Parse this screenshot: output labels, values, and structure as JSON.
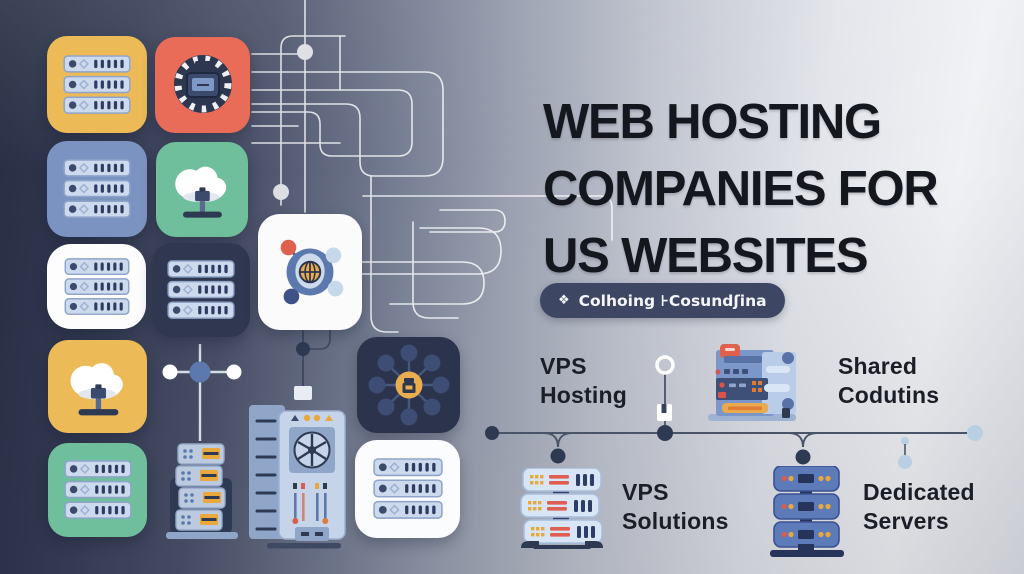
{
  "title": {
    "lines": [
      "WEB HOSTING",
      "COMPANIES FOR",
      "US WEBSITES"
    ]
  },
  "badge": {
    "icon": "❖",
    "text": "Colhoing ⊦Cosundʃina"
  },
  "diagram": {
    "nodes": [
      {
        "id": "vps-hosting",
        "label_lines": [
          "VPS",
          "Hosting"
        ]
      },
      {
        "id": "shared-codutins",
        "label_lines": [
          "Shared",
          "Codutins"
        ]
      },
      {
        "id": "vps-solutions",
        "label_lines": [
          "VPS",
          "Solutions"
        ]
      },
      {
        "id": "dedicated-servers",
        "label_lines": [
          "Dedicated",
          "Servers"
        ]
      }
    ]
  },
  "tiles": [
    {
      "icon": "server-rack",
      "bg": "#ecba57"
    },
    {
      "icon": "cpu-chip-gear",
      "bg": "#e86c58"
    },
    {
      "icon": "server-rack",
      "bg": "#7b93c1"
    },
    {
      "icon": "cloud-stand",
      "bg": "#6fbf9d"
    },
    {
      "icon": "server-rack",
      "bg": "#fdfdfd"
    },
    {
      "icon": "server-rack",
      "bg": "#2f3850"
    },
    {
      "icon": "cloud-stand",
      "bg": "#ecba57"
    },
    {
      "icon": "server-rack",
      "bg": "#6fbf9d"
    },
    {
      "icon": "globe-network",
      "bg": "#fdfdfd"
    },
    {
      "icon": "hub-network",
      "bg": "#2b334d"
    },
    {
      "icon": "server-rack",
      "bg": "#fdfdfd"
    }
  ],
  "palette": {
    "bg_left": "#2a3047",
    "bg_mid": "#8a92a4",
    "bg_right": "#eceef2",
    "tile_yellow": "#ecba57",
    "tile_red": "#e86c58",
    "tile_blue": "#7b93c1",
    "tile_green": "#6fbf9d",
    "tile_white": "#fdfdfd",
    "tile_navy": "#2f3850",
    "accent_navy": "#2e3952",
    "accent_steel": "#5b79ad",
    "accent_orange": "#e9ac4e",
    "accent_red": "#e0604e",
    "accent_lightblue": "#b9cfe4",
    "timeline_line": "#4a5468",
    "circuit_line": "#ffffff",
    "text_dark": "#15171e"
  }
}
